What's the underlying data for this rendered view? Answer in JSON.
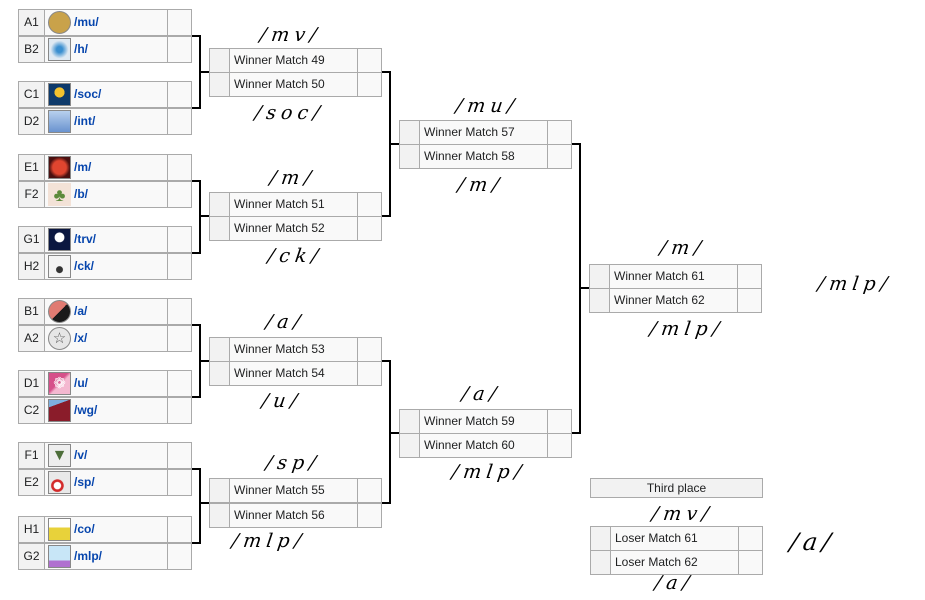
{
  "round1": [
    {
      "seed": "A1",
      "board": "/mu/",
      "icon": "mu-crest-icon",
      "color": "#c9a24a"
    },
    {
      "seed": "B2",
      "board": "/h/",
      "icon": "h-crest-icon",
      "color": "#dfe9f2"
    },
    {
      "seed": "C1",
      "board": "/soc/",
      "icon": "soc-crest-icon",
      "color": "#0e3a6b"
    },
    {
      "seed": "D2",
      "board": "/int/",
      "icon": "int-crest-icon",
      "color": "#7ea3d6"
    },
    {
      "seed": "E1",
      "board": "/m/",
      "icon": "m-crest-icon",
      "color": "#c8312a"
    },
    {
      "seed": "F2",
      "board": "/b/",
      "icon": "b-crest-icon",
      "color": "#f3e2d7"
    },
    {
      "seed": "G1",
      "board": "/trv/",
      "icon": "trv-crest-icon",
      "color": "#0b1740"
    },
    {
      "seed": "H2",
      "board": "/ck/",
      "icon": "ck-crest-icon",
      "color": "#f4f4f4"
    },
    {
      "seed": "B1",
      "board": "/a/",
      "icon": "a-crest-icon",
      "color": "#d9706b"
    },
    {
      "seed": "A2",
      "board": "/x/",
      "icon": "x-crest-icon",
      "color": "#e6e6e6"
    },
    {
      "seed": "D1",
      "board": "/u/",
      "icon": "u-crest-icon",
      "color": "#d6508a"
    },
    {
      "seed": "C2",
      "board": "/wg/",
      "icon": "wg-crest-icon",
      "color": "#8a1c2a"
    },
    {
      "seed": "F1",
      "board": "/v/",
      "icon": "v-crest-icon",
      "color": "#5b7a4a"
    },
    {
      "seed": "E2",
      "board": "/sp/",
      "icon": "sp-crest-icon",
      "color": "#e9e9e9"
    },
    {
      "seed": "H1",
      "board": "/co/",
      "icon": "co-crest-icon",
      "color": "#e8d23a"
    },
    {
      "seed": "G2",
      "board": "/mlp/",
      "icon": "mlp-crest-icon",
      "color": "#a7d3ef"
    }
  ],
  "round2": [
    "Winner Match 49",
    "Winner Match 50",
    "Winner Match 51",
    "Winner Match 52",
    "Winner Match 53",
    "Winner Match 54",
    "Winner Match 55",
    "Winner Match 56"
  ],
  "round3": [
    "Winner Match 57",
    "Winner Match 58",
    "Winner Match 59",
    "Winner Match 60"
  ],
  "final": [
    "Winner Match 61",
    "Winner Match 62"
  ],
  "third_place": {
    "title": "Third place",
    "slots": [
      "Loser Match 61",
      "Loser Match 62"
    ]
  },
  "annotations": {
    "r2_49": "/mv/",
    "r2_50": "/soc/",
    "r2_51": "/m/",
    "r2_52": "/ck/",
    "r2_53": "/a/",
    "r2_54": "/u/",
    "r2_55": "/sp/",
    "r2_56": "/mlp/",
    "r3_57": "/mu/",
    "r3_58": "/m/",
    "r3_59": "/a/",
    "r3_60": "/mlp/",
    "f_61": "/m/",
    "f_62": "/mlp/",
    "champion": "/mlp/",
    "t_61": "/mv/",
    "t_62": "/a/",
    "third_winner": "/a/"
  }
}
